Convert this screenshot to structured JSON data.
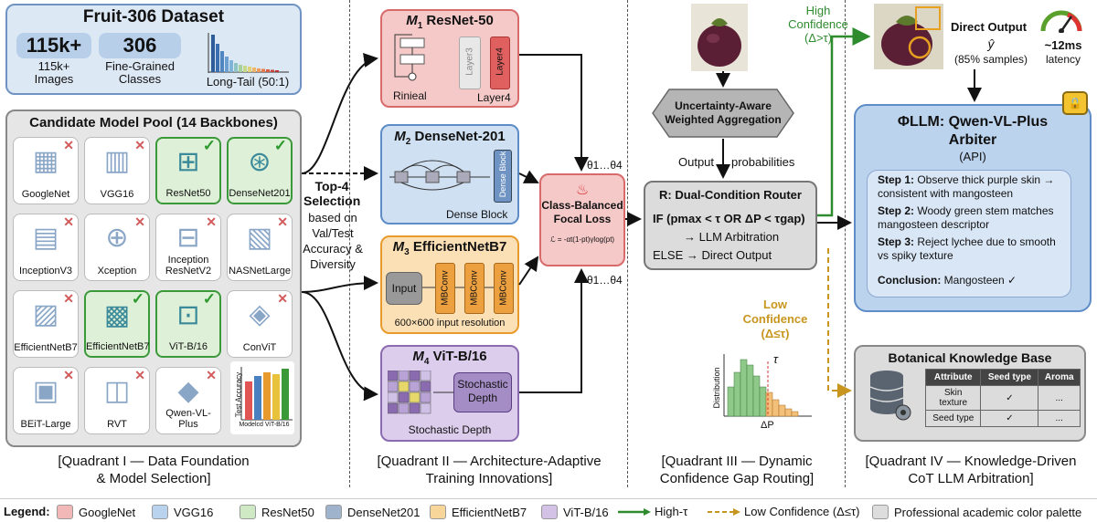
{
  "q1": {
    "dataset_title": "Fruit-306 Dataset",
    "stat1_big": "115k+",
    "stat1_small": "115k+\nImages",
    "stat2_big": "306",
    "stat2_small": "Fine-Grained\nClasses",
    "longtail": "Long-Tail (50:1)",
    "pool_title": "Candidate Model Pool (14 Backbones)",
    "models": [
      {
        "name": "GoogleNet",
        "selected": false
      },
      {
        "name": "VGG16",
        "selected": false
      },
      {
        "name": "ResNet50",
        "selected": true
      },
      {
        "name": "DenseNet201",
        "selected": true
      },
      {
        "name": "InceptionV3",
        "selected": false
      },
      {
        "name": "Xception",
        "selected": false
      },
      {
        "name": "Inception\nResNetV2",
        "selected": false
      },
      {
        "name": "NASNetLarge",
        "selected": false
      },
      {
        "name": "EfficientNetB7",
        "selected": false
      },
      {
        "name": "EfficientNetB7",
        "selected": true
      },
      {
        "name": "ViT-B/16",
        "selected": true
      },
      {
        "name": "ConViT",
        "selected": false
      },
      {
        "name": "BEiT-Large",
        "selected": false
      },
      {
        "name": "RVT",
        "selected": false
      },
      {
        "name": "Qwen-VL-Plus",
        "selected": false
      }
    ],
    "mini_chart_ylabel": "Test Accuracy",
    "mini_chart_xlabel": "Modelcd ViT-B/16",
    "caption": "[Quadrant I — Data Foundation\n& Model Selection]"
  },
  "selection": {
    "title": "Top-4\nSelection",
    "desc": "based on\nVal/Test\nAccuracy &\nDiversity"
  },
  "q2": {
    "m1_title": "ResNet-50",
    "m1_sub": "1",
    "m1_rinieal": "Rinieal",
    "m1_layer3": "Layer3",
    "m1_layer4": "Layer4",
    "m1_layer4_label": "Layer4",
    "m2_title": "DenseNet-201",
    "m2_sub": "2",
    "m2_block": "Dense Block",
    "m2_block_label": "Dense Block",
    "m3_title": "EfficientNetB7",
    "m3_sub": "3",
    "m3_input": "Input",
    "m3_mbconv": "MBConv",
    "m3_res": "600×600 input resolution",
    "m4_title": "ViT-B/16",
    "m4_sub": "4",
    "m4_sd": "Stochastic\nDepth",
    "m4_sd_label": "Stochastic Depth",
    "m_letter": "M",
    "loss_title": "Class-Balanced\nFocal Loss",
    "loss_formula": "ℒ = -αt(1-pt)γlog(pt)",
    "theta": "θ1…θ4",
    "caption": "[Quadrant II — Architecture-Adaptive\nTraining Innovations]"
  },
  "q3": {
    "agg": "Uncertainty-Aware\nWeighted Aggregation",
    "output": "Output",
    "probs": "probabilities",
    "router_title": "R: Dual-Condition Router",
    "rule1": "IF (pmax < τ OR ΔP < τgap)",
    "rule2": "→ LLM Arbitration",
    "rule3": "ELSE → Direct Output",
    "high_conf": "High\nConfidence\n(Δ>τ)",
    "low_conf": "Low\nConfidence\n(Δ≤τ)",
    "dist_ylabel": "Distribution",
    "dist_xlabel": "ΔP",
    "tau": "τ",
    "caption": "[Quadrant III — Dynamic\nConfidence Gap Routing]"
  },
  "q4": {
    "direct_title": "Direct Output",
    "yhat": "ŷ",
    "samples": "(85% samples)",
    "latency_val": "~12ms",
    "latency_lbl": "latency",
    "arbiter_title": "ΦLLM: Qwen-VL-Plus\nArbiter",
    "arbiter_api": "(API)",
    "step1_h": "Step 1:",
    "step1": " Observe thick purple skin → consistent with mangosteen",
    "step2_h": "Step 2:",
    "step2": " Woody green stem matches mangosteen descriptor",
    "step3_h": "Step 3:",
    "step3": " Reject lychee due to smooth vs spiky texture",
    "concl_h": "Conclusion:",
    "concl": " Mangosteen ✓",
    "kb_title": "Botanical Knowledge Base",
    "kb_header": [
      "Attribute",
      "Seed type",
      "Aroma"
    ],
    "kb_rows": [
      [
        "Skin\ntexture",
        "✓",
        "..."
      ],
      [
        "Seed type",
        "✓",
        "..."
      ]
    ],
    "caption": "[Quadrant IV — Knowledge-Driven\nCoT LLM Arbitration]"
  },
  "legend": {
    "title": "Legend:",
    "items": [
      {
        "label": "GoogleNet",
        "color": "#f2b8b8"
      },
      {
        "label": "VGG16",
        "color": "#b9d3ee"
      },
      {
        "label": "ResNet50",
        "color": "#cfe9c5"
      },
      {
        "label": "DenseNet201",
        "color": "#9fb4cc"
      },
      {
        "label": "EfficientNetB7",
        "color": "#f8d69a"
      },
      {
        "label": "ViT-B/16",
        "color": "#d4c1e6"
      }
    ],
    "high": "High-τ",
    "low": "Low Confidence (Δ≤τ)",
    "palette": "Professional academic color palette"
  },
  "colors": {
    "red": "#e25555",
    "blue": "#4a80c0",
    "green": "#2e8b2e",
    "orange": "#e89a2c",
    "purple": "#8a6bb0",
    "gold": "#c8961e"
  }
}
